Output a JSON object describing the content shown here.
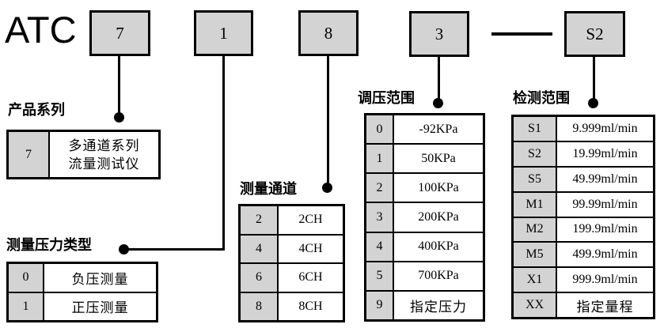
{
  "brand": "ATC",
  "code_boxes": [
    {
      "label": "7"
    },
    {
      "label": "1"
    },
    {
      "label": "8"
    },
    {
      "label": "3"
    },
    {
      "label": "S2"
    }
  ],
  "separator": "—",
  "colors": {
    "box_fill": "#d3d3d3",
    "line": "#000000",
    "background": "#ffffff"
  },
  "sections": [
    {
      "title": "产品系列",
      "rows": [
        {
          "key": "7",
          "value_lines": [
            "多通道系列",
            "流量测试仪"
          ]
        }
      ]
    },
    {
      "title": "测量压力类型",
      "rows": [
        {
          "key": "0",
          "value": "负压测量"
        },
        {
          "key": "1",
          "value": "正压测量"
        }
      ]
    },
    {
      "title": "测量通道",
      "rows": [
        {
          "key": "2",
          "value": "2CH"
        },
        {
          "key": "4",
          "value": "4CH"
        },
        {
          "key": "6",
          "value": "6CH"
        },
        {
          "key": "8",
          "value": "8CH"
        }
      ]
    },
    {
      "title": "调压范围",
      "rows": [
        {
          "key": "0",
          "value": "-92KPa"
        },
        {
          "key": "1",
          "value": "50KPa"
        },
        {
          "key": "2",
          "value": "100KPa"
        },
        {
          "key": "3",
          "value": "200KPa"
        },
        {
          "key": "4",
          "value": "400KPa"
        },
        {
          "key": "5",
          "value": "700KPa"
        },
        {
          "key": "9",
          "value": "指定压力"
        }
      ]
    },
    {
      "title": "检测范围",
      "rows": [
        {
          "key": "S1",
          "value": "9.999ml/min"
        },
        {
          "key": "S2",
          "value": "19.99ml/min"
        },
        {
          "key": "S5",
          "value": "49.99ml/min"
        },
        {
          "key": "M1",
          "value": "99.99ml/min"
        },
        {
          "key": "M2",
          "value": "199.9ml/min"
        },
        {
          "key": "M5",
          "value": "499.9ml/min"
        },
        {
          "key": "X1",
          "value": "999.9ml/min"
        },
        {
          "key": "XX",
          "value": "指定量程"
        }
      ]
    }
  ]
}
